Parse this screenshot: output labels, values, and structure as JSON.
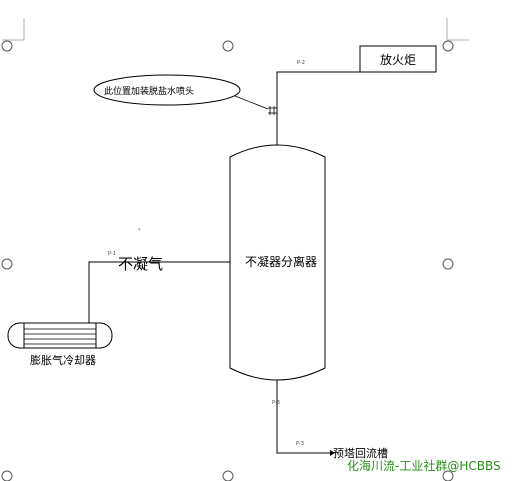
{
  "labels": {
    "flare": "放火炬",
    "callout_note": "此位置加装脱盐水喷头",
    "noncondensable_gas": "不凝气",
    "separator": "不凝器分离器",
    "cooler": "膨胀气冷却器",
    "return_tank": "预塔回流槽"
  },
  "line_tags": {
    "flare_line": "P-2",
    "gas_line": "P-1",
    "bottom_line": "P-3",
    "return_line": "P-3"
  },
  "watermark": "化海川流-工业社群@HCBBS",
  "colors": {
    "line": "#000000",
    "margin_circle": "#555555",
    "watermark": "#2a8f1a"
  }
}
